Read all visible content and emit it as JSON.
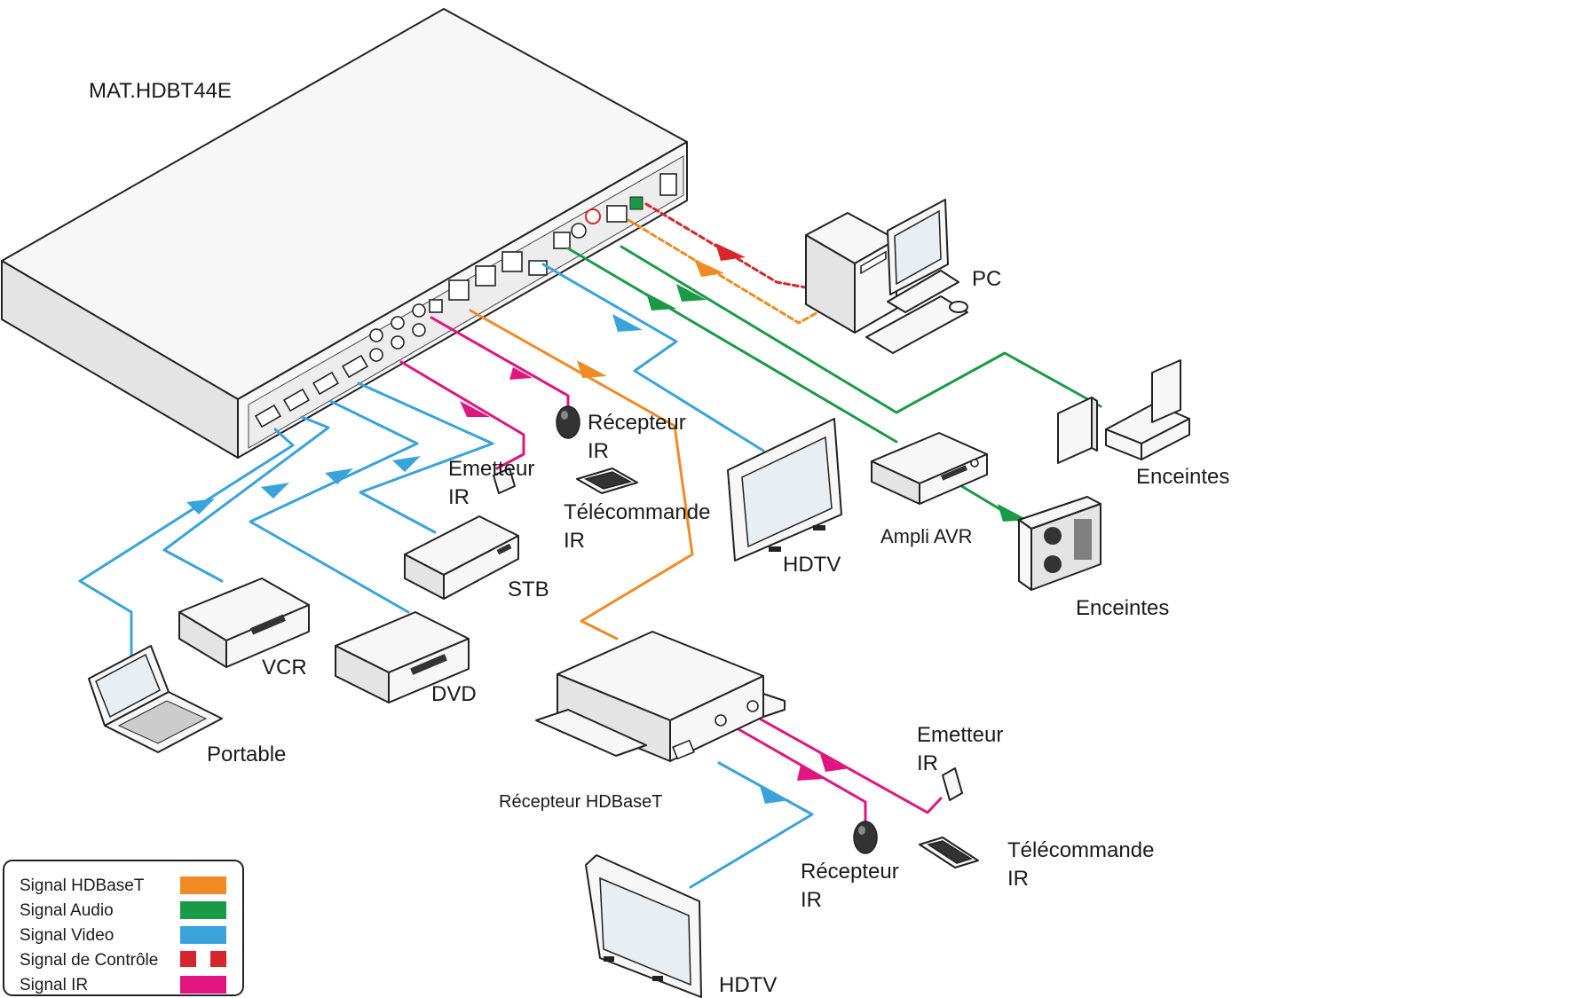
{
  "title": "MAT.HDBT44E",
  "colors": {
    "hdbaset": "#f08a24",
    "audio": "#1a9a46",
    "video": "#3aa3dc",
    "control": "#d7262b",
    "ir": "#e0157f",
    "title": "#d7262b"
  },
  "labels": {
    "pc": "PC",
    "recepteur_ir_1a": "Récepteur",
    "recepteur_ir_1b": "IR",
    "emetteur_ir_1a": "Emetteur",
    "emetteur_ir_1b": "IR",
    "telecommande_1a": "Télécommande",
    "telecommande_1b": "IR",
    "hdtv_1": "HDTV",
    "ampli": "Ampli AVR",
    "enceintes_1": "Enceintes",
    "enceintes_2": "Enceintes",
    "stb": "STB",
    "vcr": "VCR",
    "dvd": "DVD",
    "portable": "Portable",
    "recepteur_hdbaset": "Récepteur HDBaseT",
    "emetteur_ir_2a": "Emetteur",
    "emetteur_ir_2b": "IR",
    "telecommande_2a": "Télécommande",
    "telecommande_2b": "IR",
    "recepteur_ir_2a": "Récepteur",
    "recepteur_ir_2b": "IR",
    "hdtv_2": "HDTV"
  },
  "legend": [
    {
      "label": "Signal HDBaseT",
      "color": "#f08a24",
      "style": "solid"
    },
    {
      "label": "Signal Audio",
      "color": "#1a9a46",
      "style": "solid"
    },
    {
      "label": "Signal Video",
      "color": "#3aa3dc",
      "style": "solid"
    },
    {
      "label": "Signal de Contrôle",
      "color": "#d7262b",
      "style": "dashed"
    },
    {
      "label": "Signal IR",
      "color": "#e0157f",
      "style": "solid"
    }
  ]
}
